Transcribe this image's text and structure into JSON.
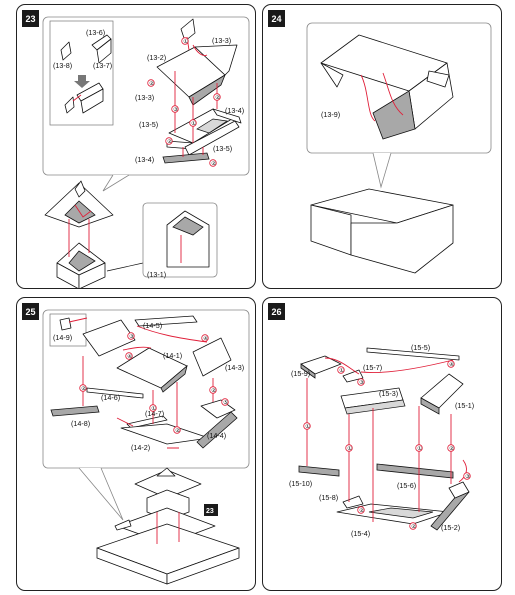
{
  "panels": {
    "p23": {
      "step": "23",
      "labels": {
        "l13_6": "(13-6)",
        "l13_8": "(13-8)",
        "l13_7": "(13-7)",
        "l13_2": "(13-2)",
        "l13_3a": "(13-3)",
        "l13_3b": "(13-3)",
        "l13_4a": "(13-4)",
        "l13_5a": "(13-5)",
        "l13_5b": "(13-5)",
        "l13_4b": "(13-4)",
        "l13_1": "(13-1)"
      }
    },
    "p24": {
      "step": "24",
      "labels": {
        "l13_9": "(13-9)"
      }
    },
    "p25": {
      "step": "25",
      "labels": {
        "l14_9": "(14-9)",
        "l14_5": "(14-5)",
        "l14_1": "(14-1)",
        "l14_3": "(14-3)",
        "l14_6": "(14-6)",
        "l14_7": "(14-7)",
        "l14_8": "(14-8)",
        "l14_2": "(14-2)",
        "l14_4": "(14-4)"
      },
      "ref_step": "23"
    },
    "p26": {
      "step": "26",
      "labels": {
        "l15_5": "(15-5)",
        "l15_9": "(15-9)",
        "l15_7": "(15-7)",
        "l15_3": "(15-3)",
        "l15_1": "(15-1)",
        "l15_10": "(15-10)",
        "l15_6": "(15-6)",
        "l15_8": "(15-8)",
        "l15_4": "(15-4)",
        "l15_2": "(15-2)"
      }
    }
  },
  "step_marks": {
    "one": "①",
    "two": "②",
    "three": "③",
    "four": "④",
    "five": "⑤"
  },
  "colors": {
    "guide_line": "#e0203a",
    "panel_border": "#222222",
    "badge_fill": "#1a1a1a",
    "paper_grey": "#a8a8a8"
  }
}
